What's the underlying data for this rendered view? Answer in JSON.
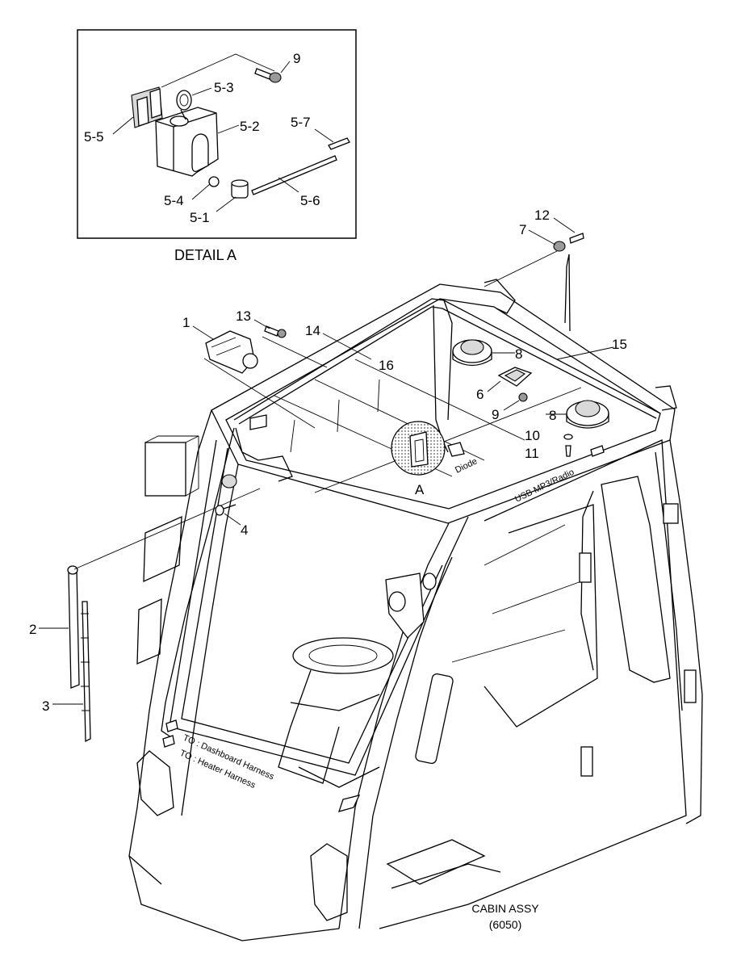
{
  "detail": {
    "title": "DETAIL A",
    "labels": [
      "9",
      "5-3",
      "5-2",
      "5-5",
      "5-7",
      "5-4",
      "5-1",
      "5-6"
    ]
  },
  "callouts": {
    "c12": "12",
    "c7": "7",
    "c1": "1",
    "c13": "13",
    "c14": "14",
    "c16": "16",
    "c15": "15",
    "c8a": "8",
    "c6": "6",
    "c9": "9",
    "c8b": "8",
    "c10": "10",
    "c11": "11",
    "cA": "A",
    "c4": "4",
    "c2": "2",
    "c3": "3"
  },
  "notes": {
    "diode": "Diode",
    "usb": "USB MP3/Radio",
    "dashboard": "TO : Dashboard Harness",
    "heater": "TO : Heater Harness"
  },
  "caption": {
    "line1": "CABIN ASSY",
    "line2": "(6050)"
  }
}
